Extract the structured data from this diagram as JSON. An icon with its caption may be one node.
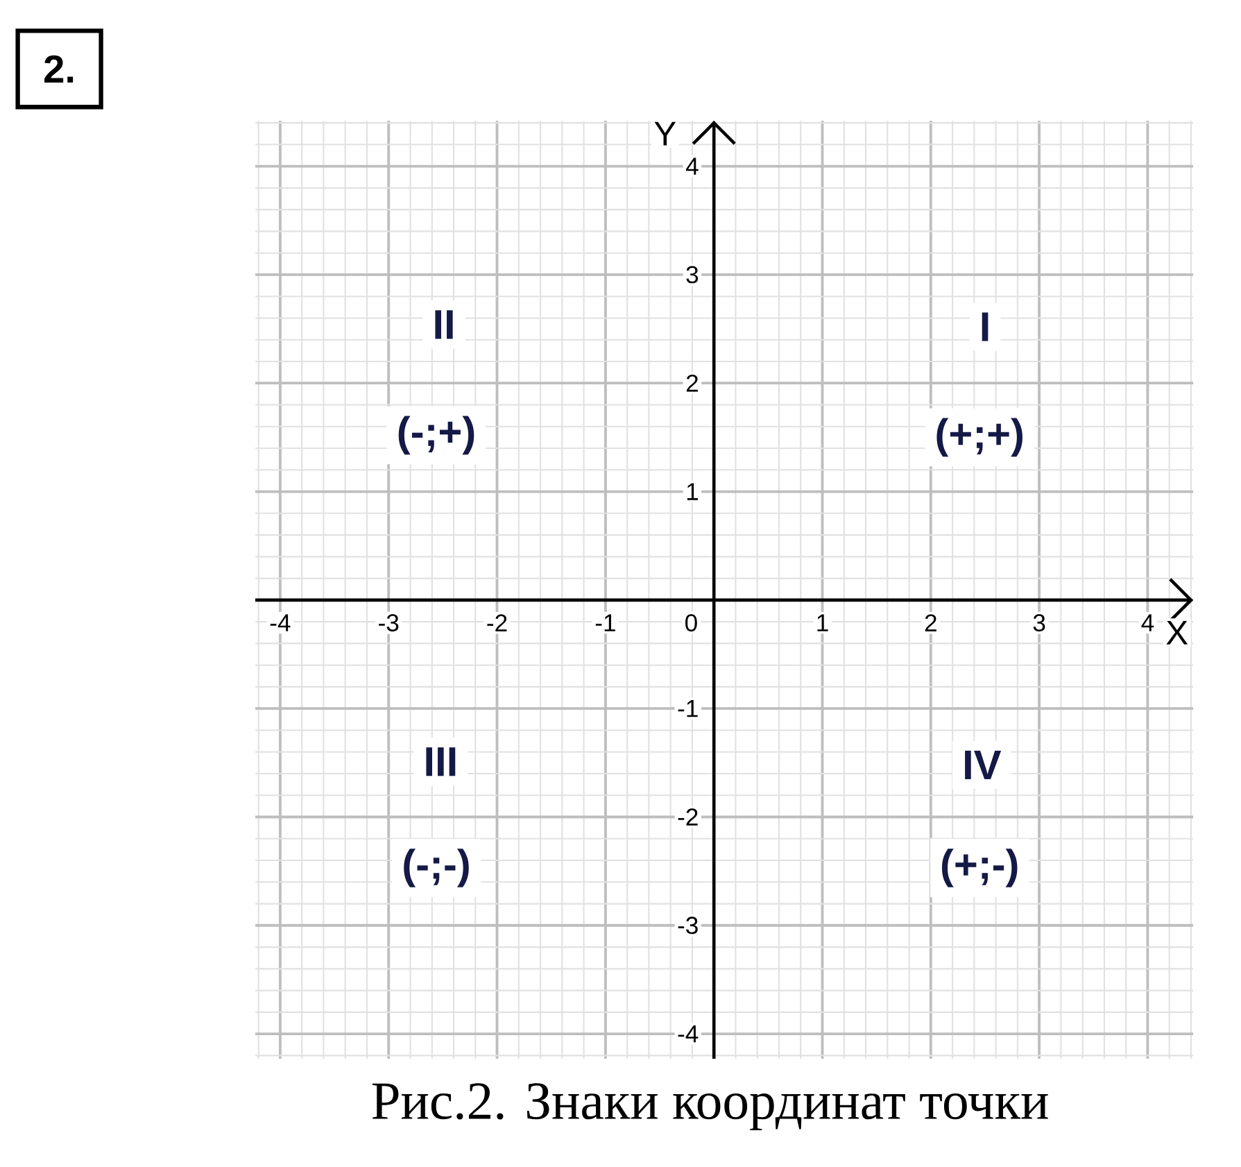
{
  "diagram": {
    "caption": "Рис.2. Знаки координат точки",
    "labels": [
      "2.",
      "Y",
      "4",
      "3",
      "II",
      "I",
      "2",
      "(-;+)",
      "(+;+)",
      "1",
      "-4",
      "-3",
      "-2",
      "-1",
      "0",
      "1",
      "2",
      "3",
      "4",
      "X",
      "-1",
      "III",
      "IV",
      "-2",
      "(-;-)",
      "(+;-)",
      "-3",
      "-4"
    ]
  }
}
